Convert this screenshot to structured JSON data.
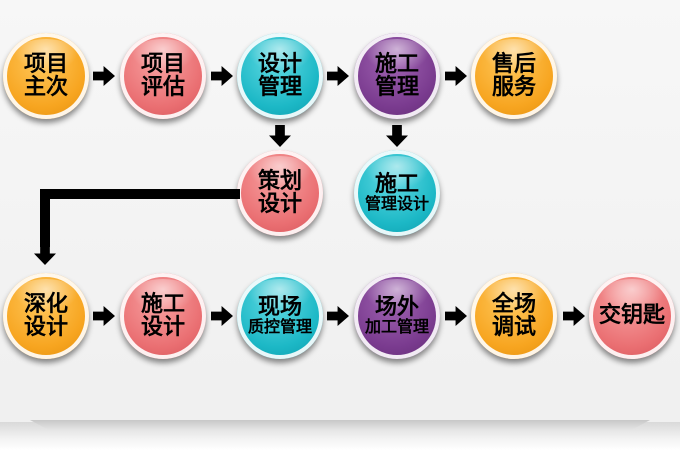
{
  "nodes": {
    "n1": {
      "l1": "项目",
      "l2": "主次"
    },
    "n2": {
      "l1": "项目",
      "l2": "评估"
    },
    "n3": {
      "l1": "设计",
      "l2": "管理"
    },
    "n4": {
      "l1": "施工",
      "l2": "管理"
    },
    "n5": {
      "l1": "售后",
      "l2": "服务"
    },
    "n6": {
      "l1": "策划",
      "l2": "设计"
    },
    "n7": {
      "l1": "施工",
      "l2": "管理设计"
    },
    "n8": {
      "l1": "深化",
      "l2": "设计"
    },
    "n9": {
      "l1": "施工",
      "l2": "设计"
    },
    "n10": {
      "l1": "现场",
      "l2": "质控管理"
    },
    "n11": {
      "l1": "场外",
      "l2": "加工管理"
    },
    "n12": {
      "l1": "全场",
      "l2": "调试"
    },
    "n13": {
      "l1": "交钥匙",
      "l2": ""
    }
  },
  "colors": {
    "orange": "#f7a520",
    "pink": "#ea6f72",
    "teal": "#1cb8c6",
    "purple": "#7a3b8f",
    "arrow": "#000000"
  }
}
